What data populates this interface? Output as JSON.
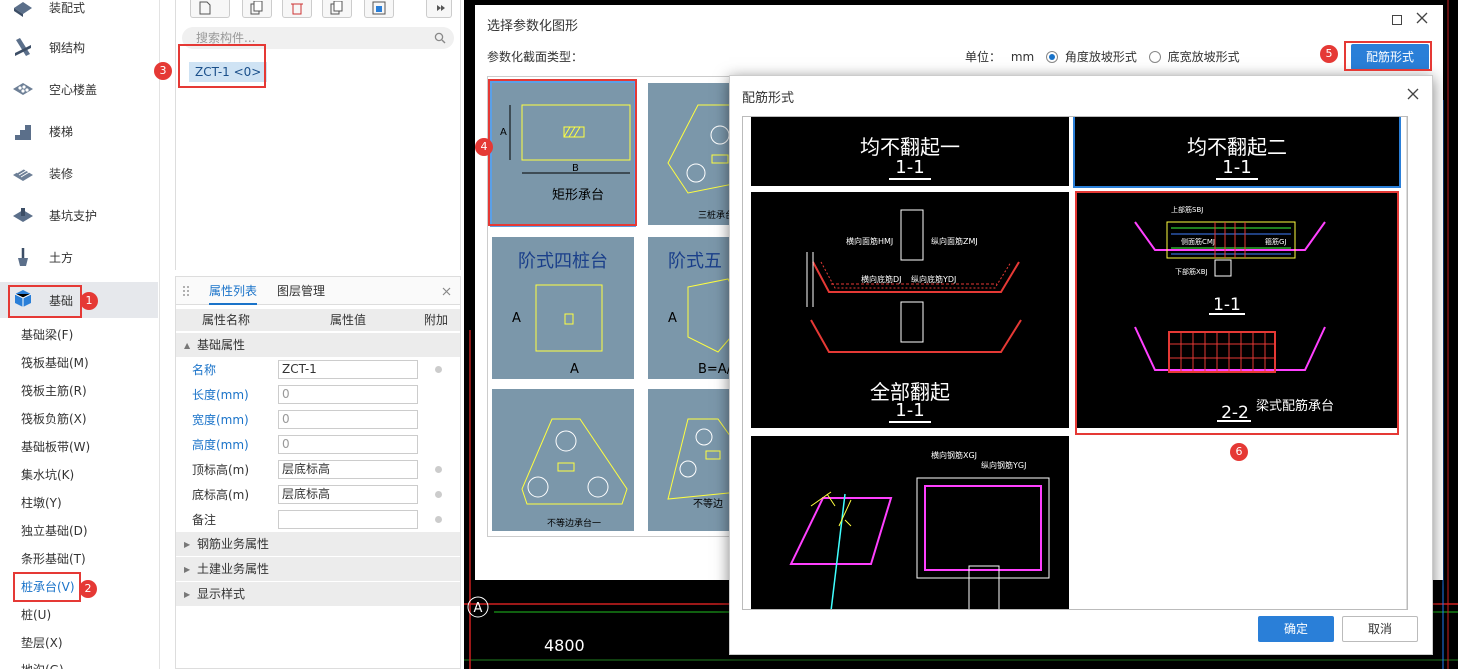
{
  "nav": {
    "categories": [
      {
        "label": "装配式",
        "icon": "prefab-icon"
      },
      {
        "label": "钢结构",
        "icon": "steel-icon"
      },
      {
        "label": "空心楼盖",
        "icon": "hollow-floor-icon"
      },
      {
        "label": "楼梯",
        "icon": "stairs-icon"
      },
      {
        "label": "装修",
        "icon": "decoration-icon"
      },
      {
        "label": "基坑支护",
        "icon": "pit-support-icon"
      },
      {
        "label": "土方",
        "icon": "earthwork-icon"
      },
      {
        "label": "基础",
        "icon": "foundation-icon"
      }
    ],
    "subitems": [
      "基础梁(F)",
      "筏板基础(M)",
      "筏板主筋(R)",
      "筏板负筋(X)",
      "基础板带(W)",
      "集水坑(K)",
      "柱墩(Y)",
      "独立基础(D)",
      "条形基础(T)",
      "桩承台(V)",
      "桩(U)",
      "垫层(X)",
      "地沟(G)"
    ]
  },
  "toolbar": {
    "icons": [
      "new-icon",
      "copy-icon",
      "delete-icon",
      "duplicate-icon",
      "layer-copy-icon",
      "more-icon"
    ]
  },
  "search": {
    "placeholder": "搜索构件..."
  },
  "component": {
    "name": "ZCT-1 <0>"
  },
  "props": {
    "tab1": "属性列表",
    "tab2": "图层管理",
    "col_name": "属性名称",
    "col_value": "属性值",
    "col_extra": "附加",
    "group_basic": "基础属性",
    "rows": [
      {
        "name": "名称",
        "value": "ZCT-1"
      },
      {
        "name": "长度(mm)",
        "value": "0"
      },
      {
        "name": "宽度(mm)",
        "value": "0"
      },
      {
        "name": "高度(mm)",
        "value": "0"
      },
      {
        "name": "顶标高(m)",
        "value": "层底标高"
      },
      {
        "name": "底标高(m)",
        "value": "层底标高"
      },
      {
        "name": "备注",
        "value": ""
      }
    ],
    "groups": [
      "钢筋业务属性",
      "土建业务属性",
      "显示样式"
    ]
  },
  "cad": {
    "axis_label": "A",
    "dimension": "4800"
  },
  "dialog1": {
    "title": "选择参数化图形",
    "section_label": "参数化截面类型：",
    "unit_label": "单位：",
    "unit_value": "mm",
    "radio1": "角度放坡形式",
    "radio2": "底宽放坡形式",
    "button": "配筋形式",
    "thumbs": [
      {
        "caption": "矩形承台",
        "dim_a": "A",
        "dim_b": "B"
      },
      {
        "caption": "三桩承台"
      },
      {
        "caption": "阶式四桩台",
        "dim_a": "A",
        "dim_b": "A"
      },
      {
        "caption": "阶式五",
        "dim_a": "A",
        "dim_b": "B=A/"
      },
      {
        "caption": "不等边承台一"
      },
      {
        "caption": "不等边"
      }
    ]
  },
  "dialog2": {
    "title": "配筋形式",
    "cells": [
      {
        "title": "均不翻起一",
        "sub": "1-1"
      },
      {
        "title": "均不翻起二",
        "sub": "1-1"
      },
      {
        "title": "全部翻起",
        "sub": "1-1"
      },
      {
        "title": "梁式配筋承台",
        "sub1": "1-1",
        "sub2": "2-2"
      }
    ],
    "rebar_labels": {
      "top": "上部筋SBJ",
      "side": "侧面筋CMJ",
      "cross_face": "横向面筋HMJ",
      "long_face": "纵向面筋ZMJ",
      "cross_bottom": "横向底筋DJ",
      "long_bottom": "纵向底筋YDJ",
      "bottom": "下部筋XBJ",
      "hoop": "箍筋GJ",
      "cross_rebar": "横向钢筋XGJ",
      "long_rebar": "纵向钢筋YGJ"
    },
    "ok": "确定",
    "cancel": "取消"
  },
  "annotations": [
    "1",
    "2",
    "3",
    "4",
    "5",
    "6"
  ],
  "colors": {
    "accent": "#2a7fd8",
    "highlight": "#e53935",
    "thumb_bg": "#7b97aa"
  }
}
